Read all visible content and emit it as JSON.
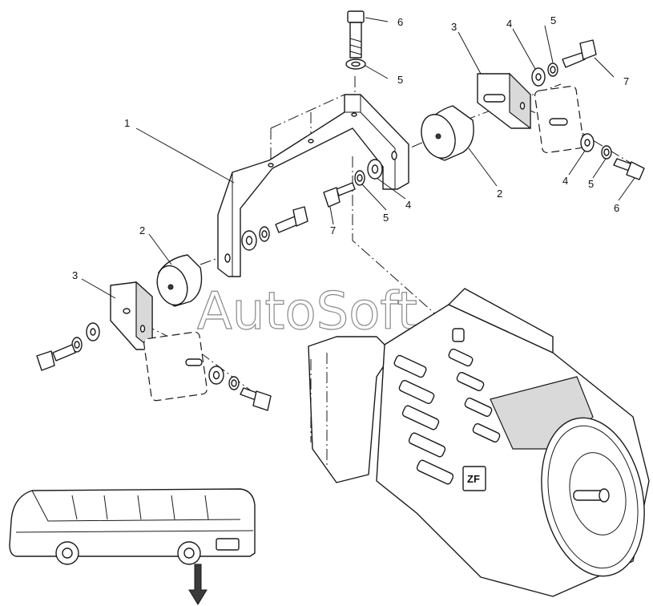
{
  "watermark": "AutoSoft",
  "callouts": {
    "c1": "1",
    "c2a": "2",
    "c2b": "2",
    "c3a": "3",
    "c3b": "3",
    "c4a": "4",
    "c4b": "4",
    "c4c": "4",
    "c5a": "5",
    "c5b": "5",
    "c5c": "5",
    "c5d": "5",
    "c6a": "6",
    "c6b": "6",
    "c7a": "7",
    "c7b": "7"
  },
  "gearbox_badge": "ZF"
}
